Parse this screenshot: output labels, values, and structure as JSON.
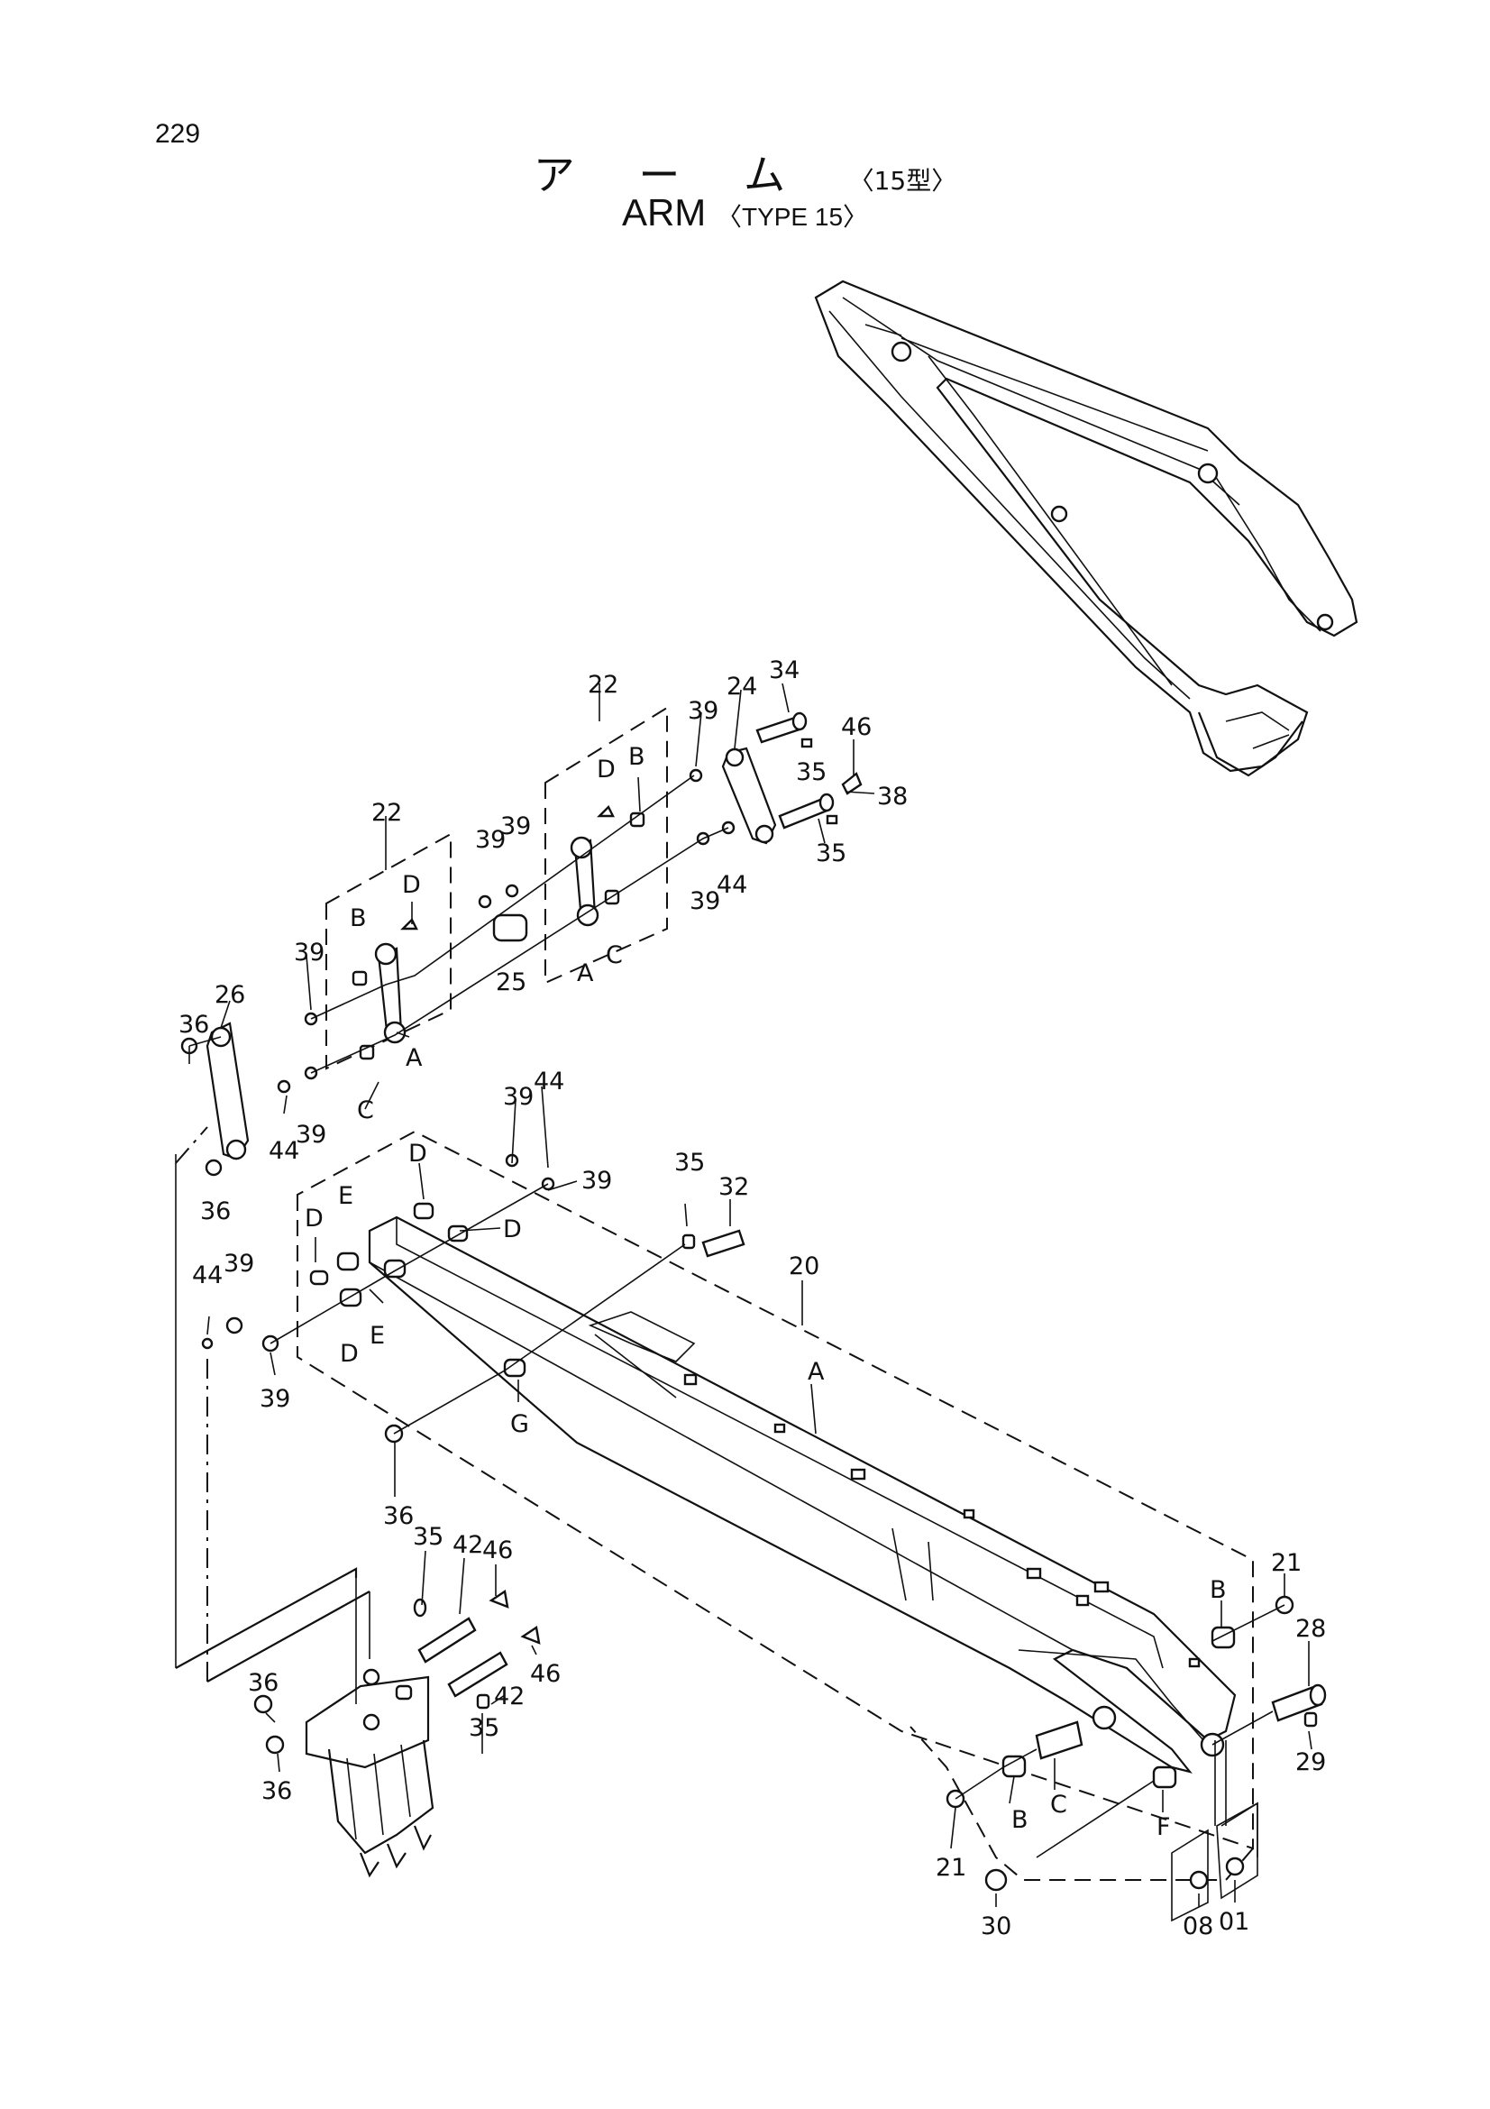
{
  "page_number": "229",
  "title_jp": "ア ー ム",
  "title_jp_sub": "〈15型〉",
  "title_en": "ARM",
  "title_en_sub": "〈TYPE 15〉",
  "labels": {
    "l22a": "22",
    "l22b": "22",
    "l34": "34",
    "l24": "24",
    "l39a": "39",
    "l46a": "46",
    "l35a": "35",
    "l38": "38",
    "l35b": "35",
    "lBa": "B",
    "lDa": "D",
    "l39b": "39",
    "l39c": "39",
    "l44a": "44",
    "lAa": "A",
    "lCa": "C",
    "l25": "25",
    "lDb": "D",
    "lBb": "B",
    "l39d": "39",
    "l26": "26",
    "l36a": "36",
    "l44b": "44",
    "l39e": "39",
    "lCb": "C",
    "lAb": "A",
    "l39f": "39",
    "l39g": "39",
    "l44c": "44",
    "l36b": "36",
    "lDc": "D",
    "lEa": "E",
    "lDd": "D",
    "l39h": "39",
    "l35c": "35",
    "l32": "32",
    "l20": "20",
    "lDe": "D",
    "l44d": "44",
    "l39i": "39",
    "lEb": "E",
    "lDf": "D",
    "l39j": "39",
    "lAc": "A",
    "lG": "G",
    "l36c": "36",
    "l35d": "35",
    "l42a": "42",
    "l46b": "46",
    "l46c": "46",
    "l42b": "42",
    "l35e": "35",
    "l36d": "36",
    "l36e": "36",
    "l21a": "21",
    "lBc": "B",
    "l28": "28",
    "l29": "29",
    "lBd": "B",
    "lCc": "C",
    "lF": "F",
    "l21b": "21",
    "l30": "30",
    "l08": "08",
    "l01": "01"
  }
}
